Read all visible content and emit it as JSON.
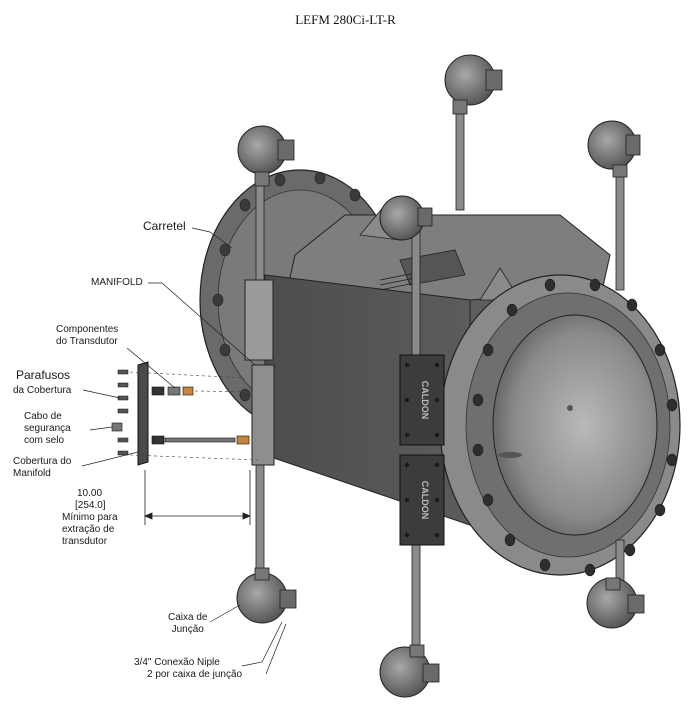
{
  "title": "LEFM 280Ci-LT-R",
  "labels": {
    "spool": "Carretel",
    "manifold": "MANIFOLD",
    "transducer_components": "Componentes\ndo Transdutor",
    "cover_bolts_a": "Parafusos",
    "cover_bolts_b": "da Cobertura",
    "safety_cable": "Cabo de\nsegurança\ncom selo",
    "manifold_cover": "Cobertura do\nManifold",
    "dimension_in": "10.00",
    "dimension_mm": "[254.0]",
    "dimension_note": "Mínimo para\nextração de\ntransdutor",
    "junction_box": "Caixa de\nJunção",
    "nipple_a": "3/4\" Conexão Niple",
    "nipple_b": "2 por caixa de junção"
  },
  "manifold_brand": "CALDON",
  "colors": {
    "body_dark": "#4a4a4a",
    "body_mid": "#6e6e6e",
    "body_light": "#9a9a9a",
    "flange": "#7d7d7d",
    "line": "#222222"
  }
}
